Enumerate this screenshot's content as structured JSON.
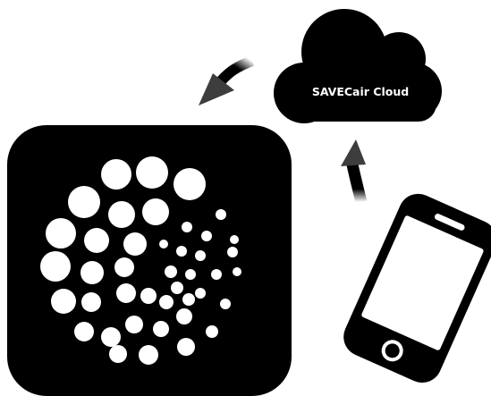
{
  "cloud": {
    "label": "SAVECair Cloud",
    "icon": "cloud-icon"
  },
  "app_icon": {
    "icon": "dotted-spiral-logo-icon"
  },
  "phone": {
    "icon": "smartphone-icon"
  },
  "arrows": [
    {
      "name": "phone-to-cloud-arrow",
      "icon": "curved-arrow-up-icon"
    },
    {
      "name": "cloud-to-app-arrow",
      "icon": "curved-arrow-left-down-icon"
    }
  ],
  "colors": {
    "shape": "#000000",
    "text_on_shape": "#ffffff",
    "arrow_head": "#444444",
    "background": "#ffffff"
  }
}
